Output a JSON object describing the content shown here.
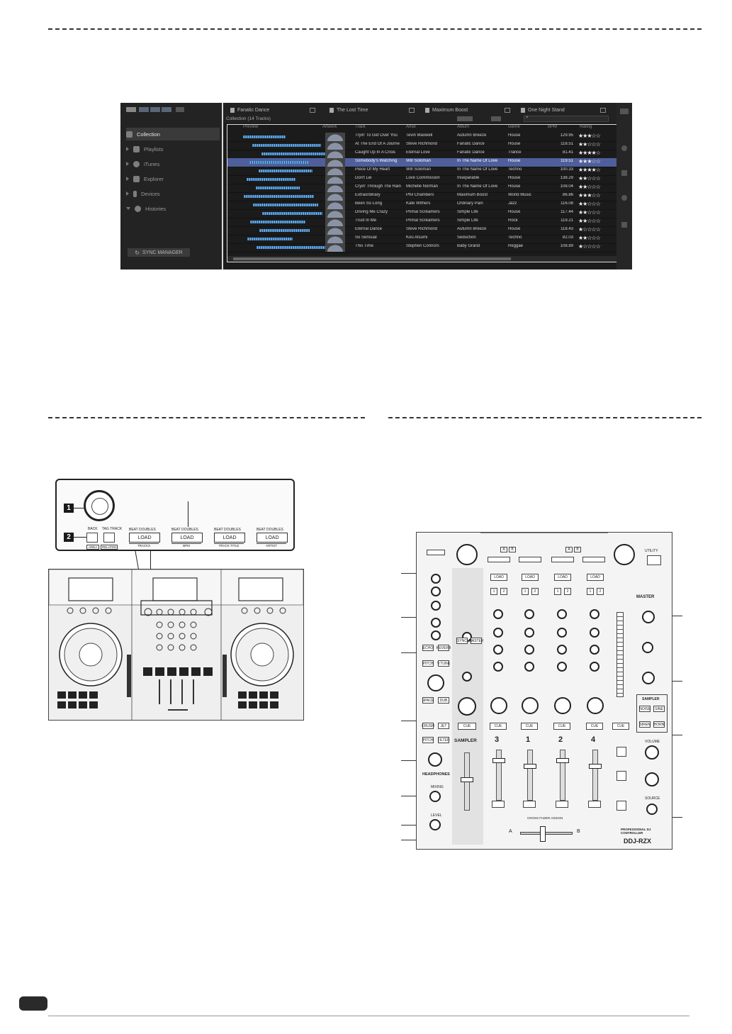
{
  "rekordbox": {
    "left_panel": {
      "nav": [
        {
          "label": "Collection",
          "active": true
        },
        {
          "label": "Playlists"
        },
        {
          "label": "iTunes"
        },
        {
          "label": "Explorer"
        },
        {
          "label": "Devices"
        },
        {
          "label": "Histories"
        }
      ],
      "sync_button": "SYNC MANAGER"
    },
    "playlist_tabs": [
      "Fanatic Dance",
      "The Lost Time",
      "Maximum Boost",
      "One Night Stand"
    ],
    "collection_label": "Collection (14 Tracks)",
    "columns": [
      "Preview",
      "Artwork",
      "Track",
      "Artist",
      "Album",
      "Genre",
      "BPM",
      "Rating"
    ],
    "tracks": [
      {
        "track": "Tryin' To Get Over You",
        "artist": "Tevin Maxwell",
        "album": "Autumn Breeze",
        "genre": "House",
        "bpm": "129.95",
        "rating": 3
      },
      {
        "track": "At The End Of A Journe",
        "artist": "Steve Richmond",
        "album": "Fanatic Dance",
        "genre": "House",
        "bpm": "118.51",
        "rating": 2
      },
      {
        "track": "Caught Up In A Crisis",
        "artist": "Eternal Love",
        "album": "Fanatic Dance",
        "genre": "Trance",
        "bpm": "81.41",
        "rating": 4
      },
      {
        "track": "Somebody's Watching",
        "artist": "Will Soloman",
        "album": "In The Name Of Love",
        "genre": "House",
        "bpm": "119.51",
        "rating": 3,
        "selected": true
      },
      {
        "track": "Piece Of My Heart",
        "artist": "Will Soloman",
        "album": "In The Name Of Love",
        "genre": "Techno",
        "bpm": "100.33",
        "rating": 4
      },
      {
        "track": "Don't Lie",
        "artist": "Love Commission",
        "album": "Inseparable",
        "genre": "House",
        "bpm": "138.29",
        "rating": 2
      },
      {
        "track": "Cryin' Through The Rain",
        "artist": "Michelle Norman",
        "album": "In The Name Of Love",
        "genre": "House",
        "bpm": "108.04",
        "rating": 2
      },
      {
        "track": "Extraordinary",
        "artist": "Phil Chambers",
        "album": "Maximum Boost",
        "genre": "World Music",
        "bpm": "86.86",
        "rating": 3
      },
      {
        "track": "Been So Long",
        "artist": "Kate Withers",
        "album": "Ordinary Pain",
        "genre": "Jazz",
        "bpm": "116.08",
        "rating": 2
      },
      {
        "track": "Driving Me Crazy",
        "artist": "Primal Screamers",
        "album": "Simple Life",
        "genre": "House",
        "bpm": "117.44",
        "rating": 2
      },
      {
        "track": "Trust In Me",
        "artist": "Primal Screamers",
        "album": "Simple Life",
        "genre": "Rock",
        "bpm": "119.21",
        "rating": 2
      },
      {
        "track": "Eternal Dance",
        "artist": "Steve Richmond",
        "album": "Autumn Breeze",
        "genre": "House",
        "bpm": "118.43",
        "rating": 1
      },
      {
        "track": "So Sensual",
        "artist": "Kou Atsumi",
        "album": "Seduction",
        "genre": "Techno",
        "bpm": "82.03",
        "rating": 2
      },
      {
        "track": "This Time",
        "artist": "Stephen Connors",
        "album": "Baby Grand",
        "genre": "Reggae",
        "bpm": "108.89",
        "rating": 1
      }
    ]
  },
  "callout": {
    "markers": [
      "1",
      "2"
    ],
    "back_label": "BACK",
    "tag_track_label": "TAG TRACK",
    "area_label": "AREA",
    "related_label": "RELATED",
    "group_label": "BEAT DOUBLES",
    "load_label": "LOAD",
    "sub_labels": [
      "TRACKS",
      "BPM",
      "TRACK TITLE",
      "ARTIST"
    ]
  },
  "mixer": {
    "channels": [
      "SAMPLER",
      "3",
      "1",
      "2",
      "4"
    ],
    "model": "DDJ-RZX",
    "brand_sub": "PROFESSIONAL DJ CONTROLLER",
    "master_label": "MASTER",
    "utility_label": "UTILITY",
    "crossfader_label": "CROSS FADER ASSIGN",
    "cf_left": "A",
    "cf_right": "B",
    "headphones_label": "HEADPHONES",
    "mixing_label": "MIXING",
    "level_label": "LEVEL",
    "sampler_label": "SAMPLER",
    "volume_label": "VOLUME",
    "source_label": "SOURCE"
  }
}
